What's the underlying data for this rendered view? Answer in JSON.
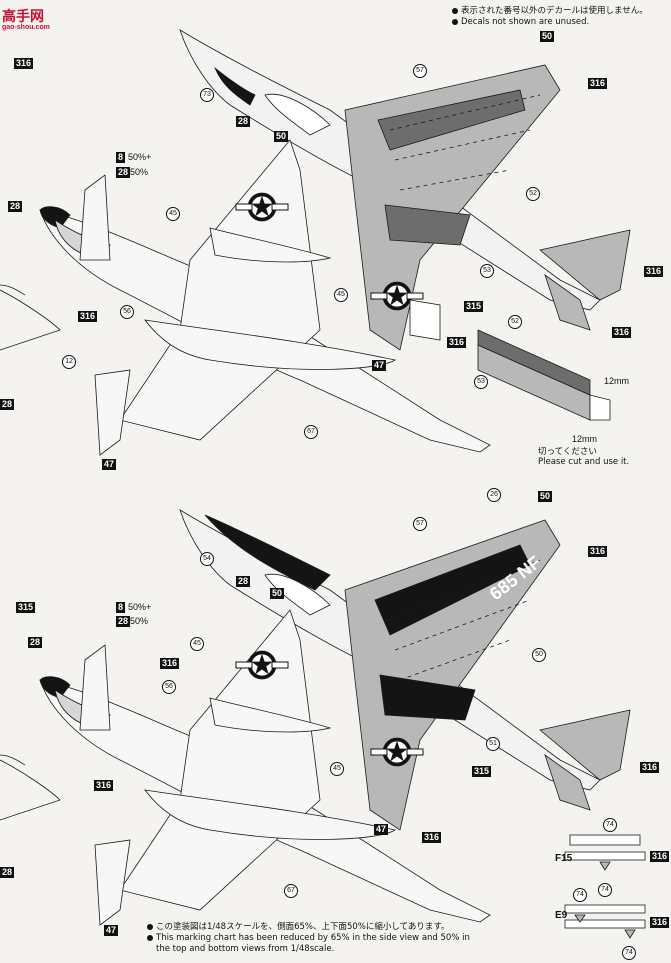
{
  "logo": {
    "text": "高手网",
    "url": "gao-shou.com"
  },
  "notes": {
    "top_jp": "表示された番号以外のデカールは使用しません。",
    "top_en": "Decals not shown are unused.",
    "cut_jp": "切ってください",
    "cut_en": "Please cut and use it.",
    "bottom_jp": "この塗装図は1/48スケールを、側面65%、上下面50%に縮小してあります。",
    "bottom_en1": "This marking chart has been reduced by 65% in the side view and 50% in",
    "bottom_en2": "the top and bottom views from 1/48scale."
  },
  "percent": {
    "a": "50%+",
    "b": "50%"
  },
  "dims": {
    "w": "12mm",
    "h": "12mm"
  },
  "tail_code": "685 NF",
  "parts": {
    "f15": "F15",
    "e9": "E9"
  },
  "boxes": {
    "b316": "316",
    "b315": "315",
    "b50": "50",
    "b28": "28",
    "b47": "47",
    "b8": "8"
  },
  "circles": {
    "c57": "57",
    "c73": "73",
    "c52": "52",
    "c53": "53",
    "c45": "45",
    "c56": "56",
    "c67": "67",
    "c12": "12",
    "c54": "54",
    "c51": "51",
    "c74": "74",
    "c26": "26"
  },
  "colors": {
    "gray": "#b8b8b8",
    "dark": "#6d6d6d",
    "black": "#141414",
    "line": "#1a1a1a"
  }
}
